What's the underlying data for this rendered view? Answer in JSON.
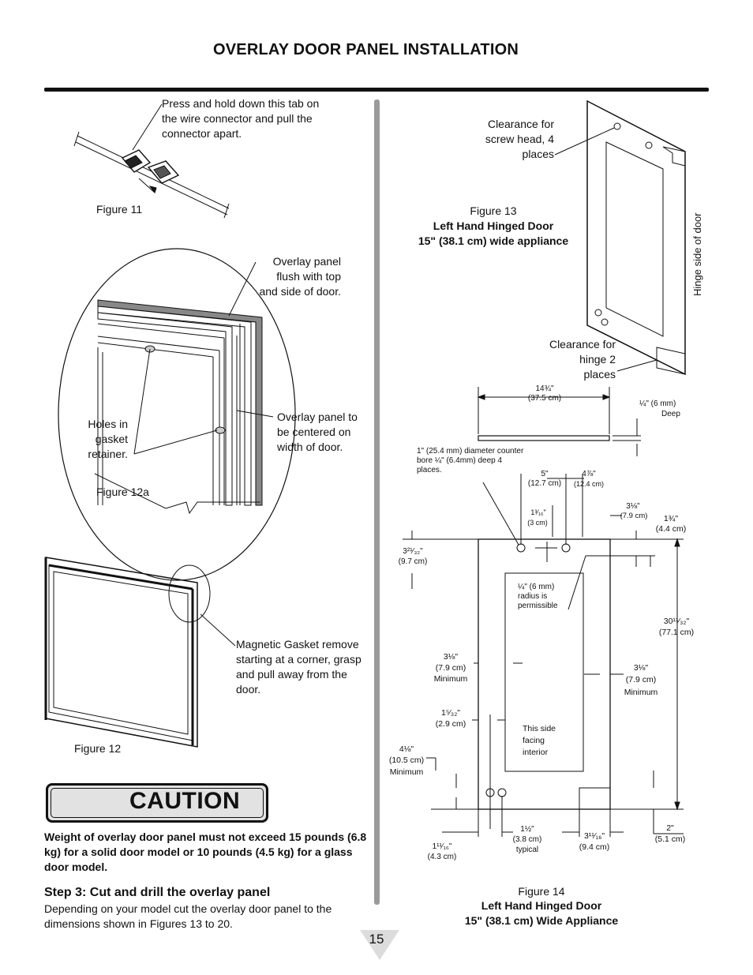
{
  "page": {
    "title": "OVERLAY DOOR PANEL INSTALLATION",
    "page_number": "15"
  },
  "left": {
    "fig11": {
      "callout": "Press and hold down this tab on the wire connector and pull the connector apart.",
      "caption": "Figure 11"
    },
    "fig12a": {
      "callout_top": "Overlay panel flush with top and side of door.",
      "callout_holes": "Holes in gasket retainer.",
      "callout_center": "Overlay panel to be centered on width of door.",
      "caption": "Figure 12a"
    },
    "fig12": {
      "callout": "Magnetic Gasket remove starting at a corner, grasp and pull away from the door.",
      "caption": "Figure 12"
    },
    "caution": {
      "label": "CAUTION",
      "icon": "warning-triangle-icon",
      "warning": "Weight of overlay door panel must not exceed 15 pounds (6.8 kg) for a solid door model or 10 pounds (4.5 kg) for a glass door model."
    },
    "step3": {
      "heading": "Step 3: Cut and drill the overlay panel",
      "body": "Depending on your model cut the overlay door panel to the dimensions shown in Figures 13 to 20."
    }
  },
  "right": {
    "fig13": {
      "callout_screw": "Clearance for screw head, 4 places",
      "caption_line1": "Figure 13",
      "caption_line2": "Left Hand Hinged Door",
      "caption_line3": "15\" (38.1 cm) wide appliance",
      "hinge_side": "Hinge side of door",
      "callout_hinge": "Clearance for hinge 2 places"
    },
    "fig14": {
      "width_top": "14¾\"",
      "width_top_cm": "(37.5 cm)",
      "depth": "¼\" (6 mm)",
      "depth_label": "Deep",
      "counterbore": "1\" (25.4 mm) diameter counter bore ¼\" (6.4mm) deep 4 places.",
      "d5": "5\"",
      "d5_cm": "(12.7 cm)",
      "d478": "4⅞\"",
      "d478_cm": "(12.4 cm)",
      "d1316": "1³⁄₁₆\"",
      "d1316_cm": "(3 cm)",
      "d318_top": "3⅛\"",
      "d318_top_cm": "(7.9 cm)",
      "d134": "1¾\"",
      "d134_cm": "(4.4 cm)",
      "d32132": "3²¹⁄₃₂\"",
      "d32132_cm": "(9.7 cm)",
      "radius": "¼\" (6 mm) radius is permissible",
      "height": "30¹¹⁄₃₂\"",
      "height_cm": "(77.1 cm)",
      "left_318": "3⅛\"",
      "left_318_cm": "(7.9 cm)",
      "left_318_min": "Minimum",
      "right_318": "3⅛\"",
      "right_318_cm": "(7.9 cm)",
      "right_318_min": "Minimum",
      "d1532": "1⁵⁄₃₂\"",
      "d1532_cm": "(2.9 cm)",
      "interior_note": "This side facing interior",
      "d418": "4⅛\"",
      "d418_cm": "(10.5 cm)",
      "d418_min": "Minimum",
      "d11116": "1¹¹⁄₁₆\"",
      "d11116_cm": "(4.3 cm)",
      "d112": "1½\"",
      "d112_cm": "(3.8 cm)",
      "d112_typ": "typical",
      "d31116": "3¹¹⁄₁₆\"",
      "d31116_cm": "(9.4 cm)",
      "d2": "2\"",
      "d2_cm": "(5.1 cm)",
      "caption_line1": "Figure 14",
      "caption_line2": "Left Hand Hinged Door",
      "caption_line3": "15\" (38.1 cm) Wide Appliance"
    }
  }
}
